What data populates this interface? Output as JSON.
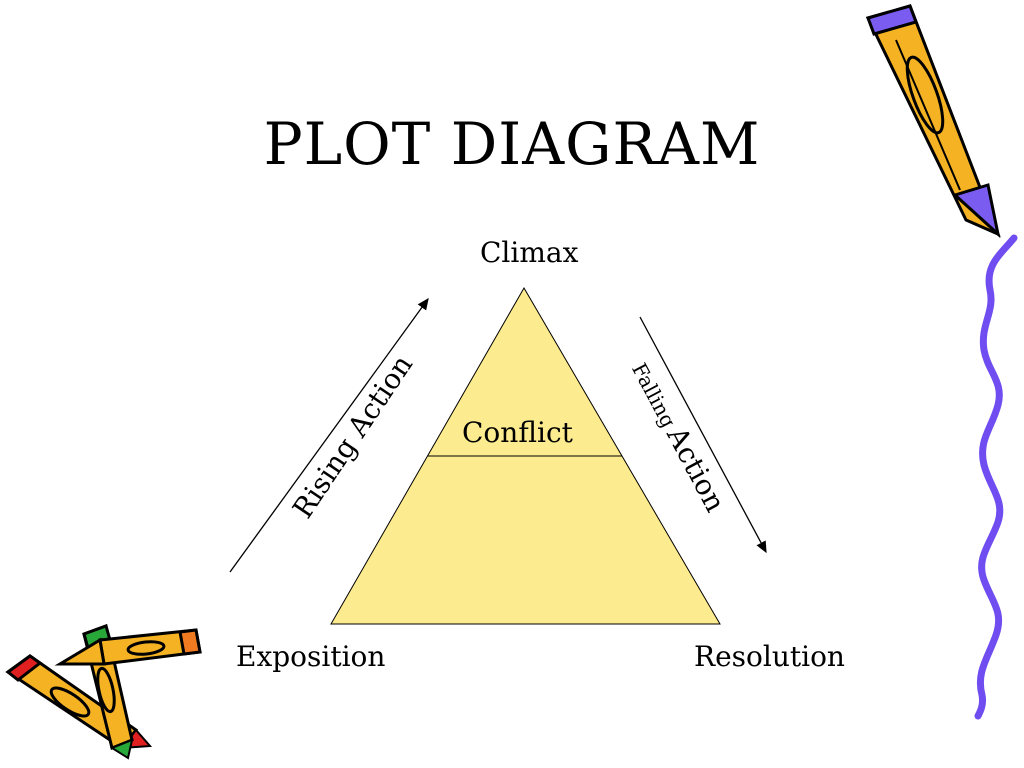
{
  "title": "PLOT DIAGRAM",
  "labels": {
    "climax": "Climax",
    "conflict": "Conflict",
    "rising_action": "Rising Action",
    "falling_word": "Falling",
    "action_word": "Action",
    "exposition": "Exposition",
    "resolution": "Resolution"
  },
  "colors": {
    "triangle_fill": "#fdeb8f",
    "pencil_yellow": "#f5b324",
    "pencil_purple": "#7b5cf0",
    "squiggle": "#6f4df0",
    "pencil_red": "#e02020",
    "pencil_green": "#29a83a"
  },
  "icons": [
    "pencil-icon",
    "crossed-pencils-icon",
    "squiggle-border"
  ]
}
